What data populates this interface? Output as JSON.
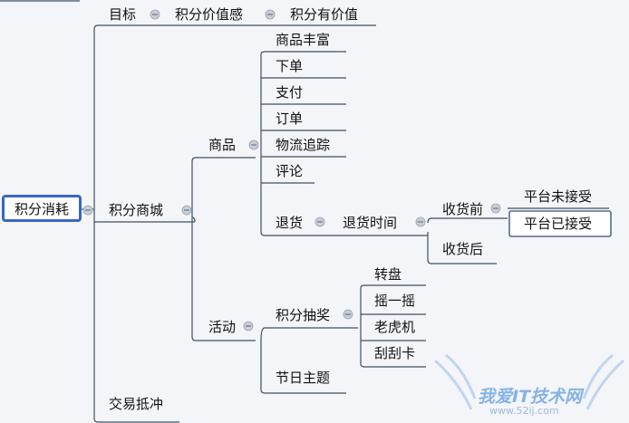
{
  "root": "积分消耗",
  "branches": {
    "goal": "目标",
    "goal_child": "积分价值感",
    "goal_grandchild": "积分有价值",
    "mall": "积分商城",
    "goods": "商品",
    "goods_items": [
      "商品丰富",
      "下单",
      "支付",
      "订单",
      "物流追踪",
      "评论"
    ],
    "refund": "退货",
    "refund_time": "退货时间",
    "before_receipt": "收货前",
    "before_receipt_items": [
      "平台未接受",
      "平台已接受"
    ],
    "after_receipt": "收货后",
    "activity": "活动",
    "lottery": "积分抽奖",
    "lottery_items": [
      "转盘",
      "摇一摇",
      "老虎机",
      "刮刮卡"
    ],
    "festival": "节日主题",
    "trade_offset": "交易抵冲"
  },
  "watermark": {
    "text": "我爱IT技术网",
    "sub": "www.52ij.com"
  },
  "colors": {
    "line": "#3f4f66",
    "root_border": "#3a66c8",
    "collapse": "#c8cdd6",
    "selected_border": "#5a6b85"
  }
}
